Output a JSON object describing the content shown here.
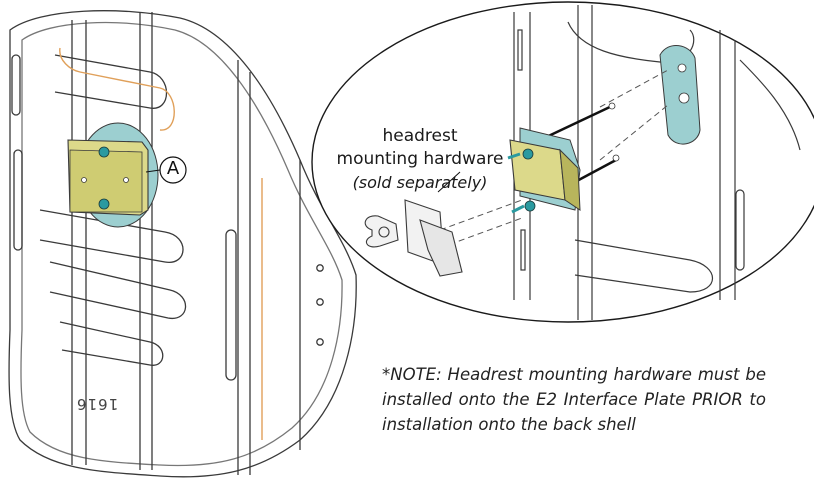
{
  "callout": {
    "letter": "A"
  },
  "labels": {
    "hardware_line1": "headrest",
    "hardware_line2": "mounting hardware",
    "hardware_line3": "(sold separately)"
  },
  "note": {
    "text": "*NOTE: Headrest mounting hardware must be installed onto the E2 Interface Plate PRIOR to installation onto the back shell"
  },
  "part_mark": "1616",
  "colors": {
    "mount_block": "#dcd98a",
    "mount_block_dark": "#b8b55c",
    "plate": "#9ccfd0",
    "bolt": "#2a9aa0",
    "outline": "#3a3a3a",
    "guide_line": "#e0a05a"
  }
}
